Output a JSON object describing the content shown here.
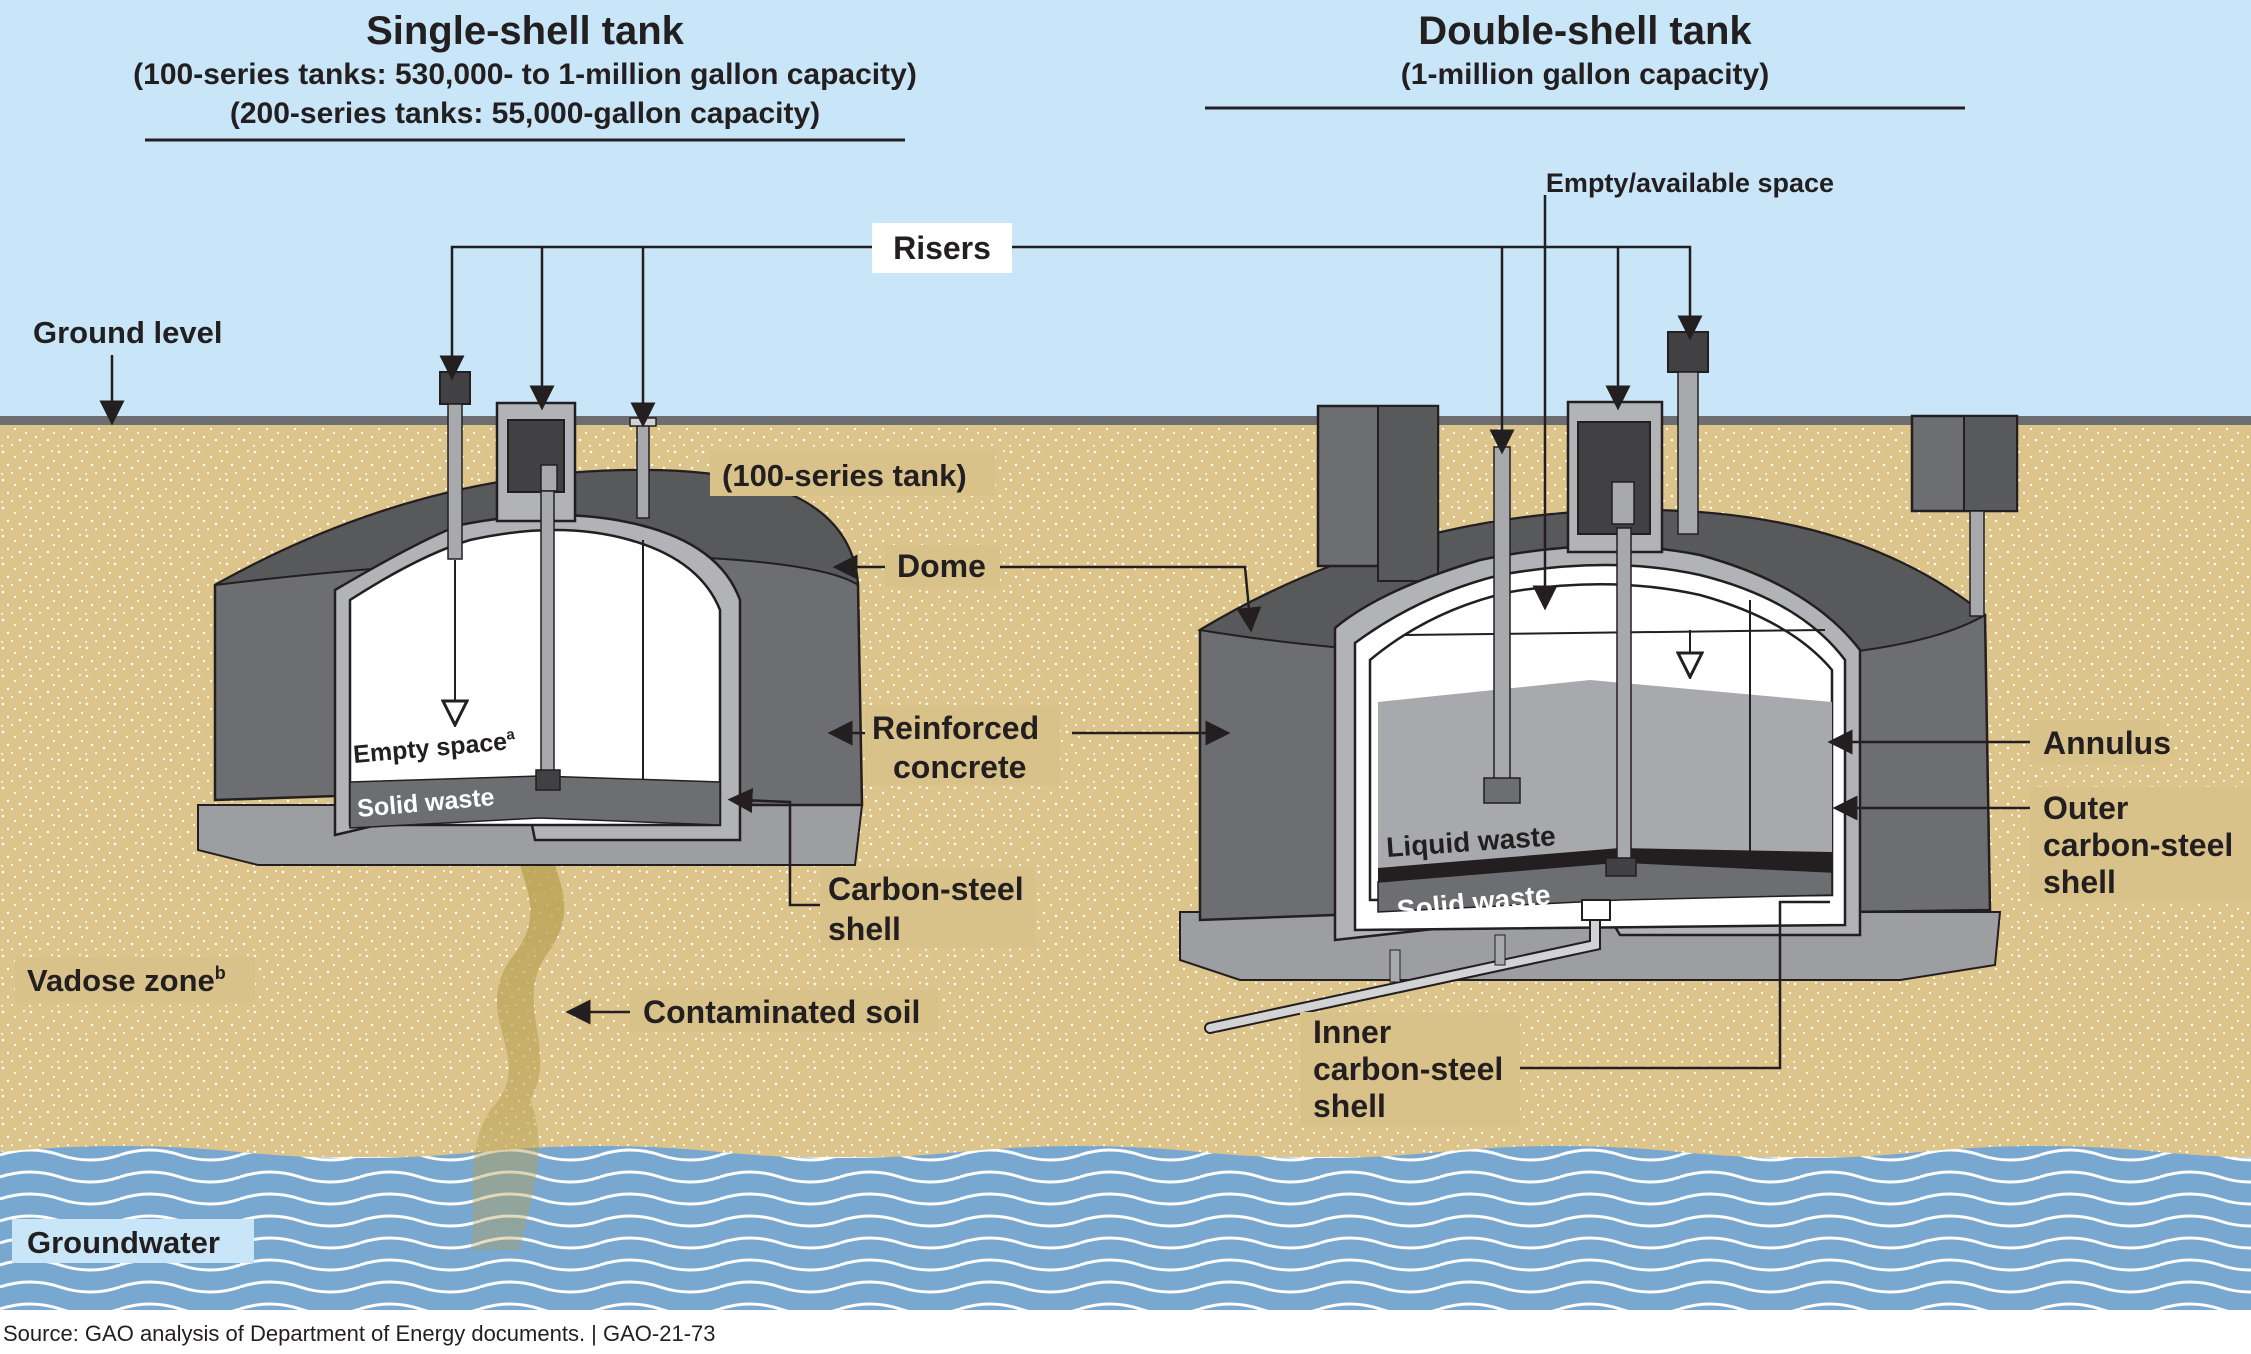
{
  "titles": {
    "single": {
      "title": "Single-shell tank",
      "line1": "(100-series tanks: 530,000- to 1-million gallon capacity)",
      "line2": "(200-series tanks: 55,000-gallon capacity)"
    },
    "double": {
      "title": "Double-shell tank",
      "line1": "(1-million gallon capacity)"
    }
  },
  "labels": {
    "risers": "Risers",
    "ground_level": "Ground level",
    "empty_available": "Empty/available space",
    "series_100": "(100-series tank)",
    "dome": "Dome",
    "reinforced_1": "Reinforced",
    "reinforced_2": "concrete",
    "empty_space": "Empty space",
    "empty_space_note": "a",
    "solid_waste": "Solid waste",
    "carbon_steel_1": "Carbon-steel",
    "carbon_steel_2": "shell",
    "vadose": "Vadose zone",
    "vadose_note": "b",
    "contaminated": "Contaminated soil",
    "liquid_waste": "Liquid waste",
    "solid_waste_2": "Solid waste",
    "annulus": "Annulus",
    "outer_1": "Outer",
    "outer_2": "carbon-steel",
    "outer_3": "shell",
    "inner_1": "Inner",
    "inner_2": "carbon-steel",
    "inner_3": "shell",
    "groundwater": "Groundwater"
  },
  "source": "Source: GAO analysis of Department of Energy documents.  |  GAO-21-73",
  "colors": {
    "sky": "#c9e6f8",
    "soil": "#dbc48a",
    "water": "#6fa3cc",
    "concrete": "#6d6e71",
    "concrete_light": "#b1b3b6",
    "label_bg": "#d8c28a",
    "steel": "#a7a9ac"
  }
}
